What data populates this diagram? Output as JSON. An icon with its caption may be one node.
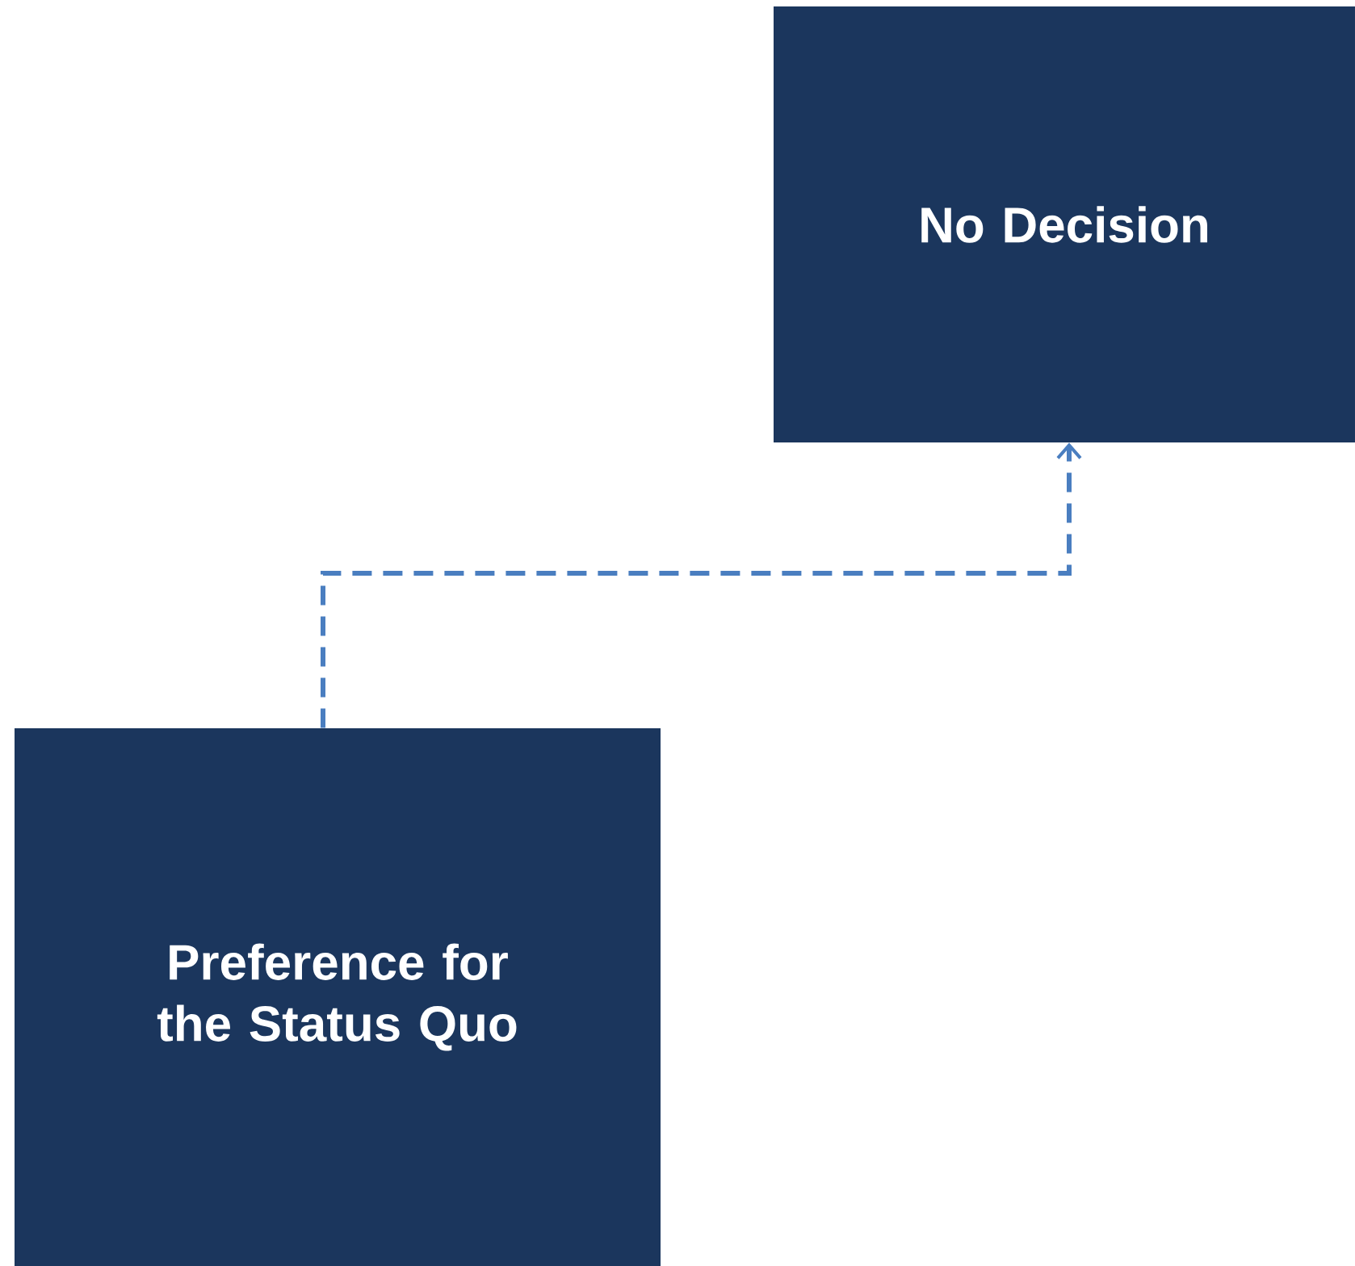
{
  "diagram": {
    "nodes": [
      {
        "text": [
          "No Decision"
        ]
      },
      {
        "text": [
          "Preference for the Status Quo"
        ]
      }
    ],
    "edges": [
      {
        "from": 1,
        "to": 0,
        "arrow": "to",
        "style": "dashed"
      }
    ]
  }
}
